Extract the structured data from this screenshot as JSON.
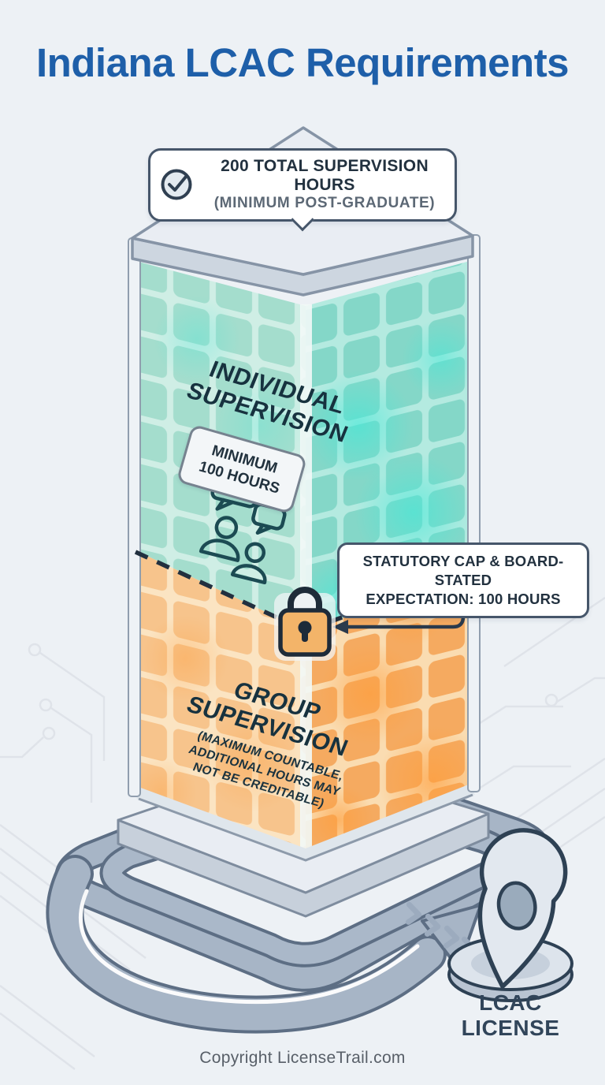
{
  "title": "Indiana LCAC Requirements",
  "header_callout": {
    "icon": "check-circle-icon",
    "line1": "200 TOTAL SUPERVISION HOURS",
    "line2": "(MINIMUM POST-GRADUATE)"
  },
  "tower": {
    "individual_section": {
      "title_line1": "INDIVIDUAL",
      "title_line2": "SUPERVISION",
      "badge_line1": "MINIMUM",
      "badge_line2": "100 HOURS",
      "icon": "supervision-chat-people-icon",
      "color": "#7fd6c8"
    },
    "group_section": {
      "title_line1": "GROUP",
      "title_line2": "SUPERVISION",
      "note_line1": "(MAXIMUM COUNTABLE,",
      "note_line2": "ADDITIONAL HOURS MAY",
      "note_line3": "NOT BE CREDITABLE)",
      "color": "#f5ab63"
    },
    "divider_icon": "lock-icon"
  },
  "cap_callout": {
    "line1": "STATUTORY CAP & BOARD-STATED",
    "line2": "EXPECTATION: 100 HOURS"
  },
  "license_marker": {
    "icon": "location-pin-icon",
    "line1": "LCAC",
    "line2": "LICENSE"
  },
  "footer": "Copyright LicenseTrail.com",
  "colors": {
    "title_blue": "#1e5fa9",
    "teal": "#7fd6c8",
    "orange": "#f5ab63",
    "slate": "#31455a",
    "background": "#edf1f5",
    "callout_border": "#46566a"
  }
}
